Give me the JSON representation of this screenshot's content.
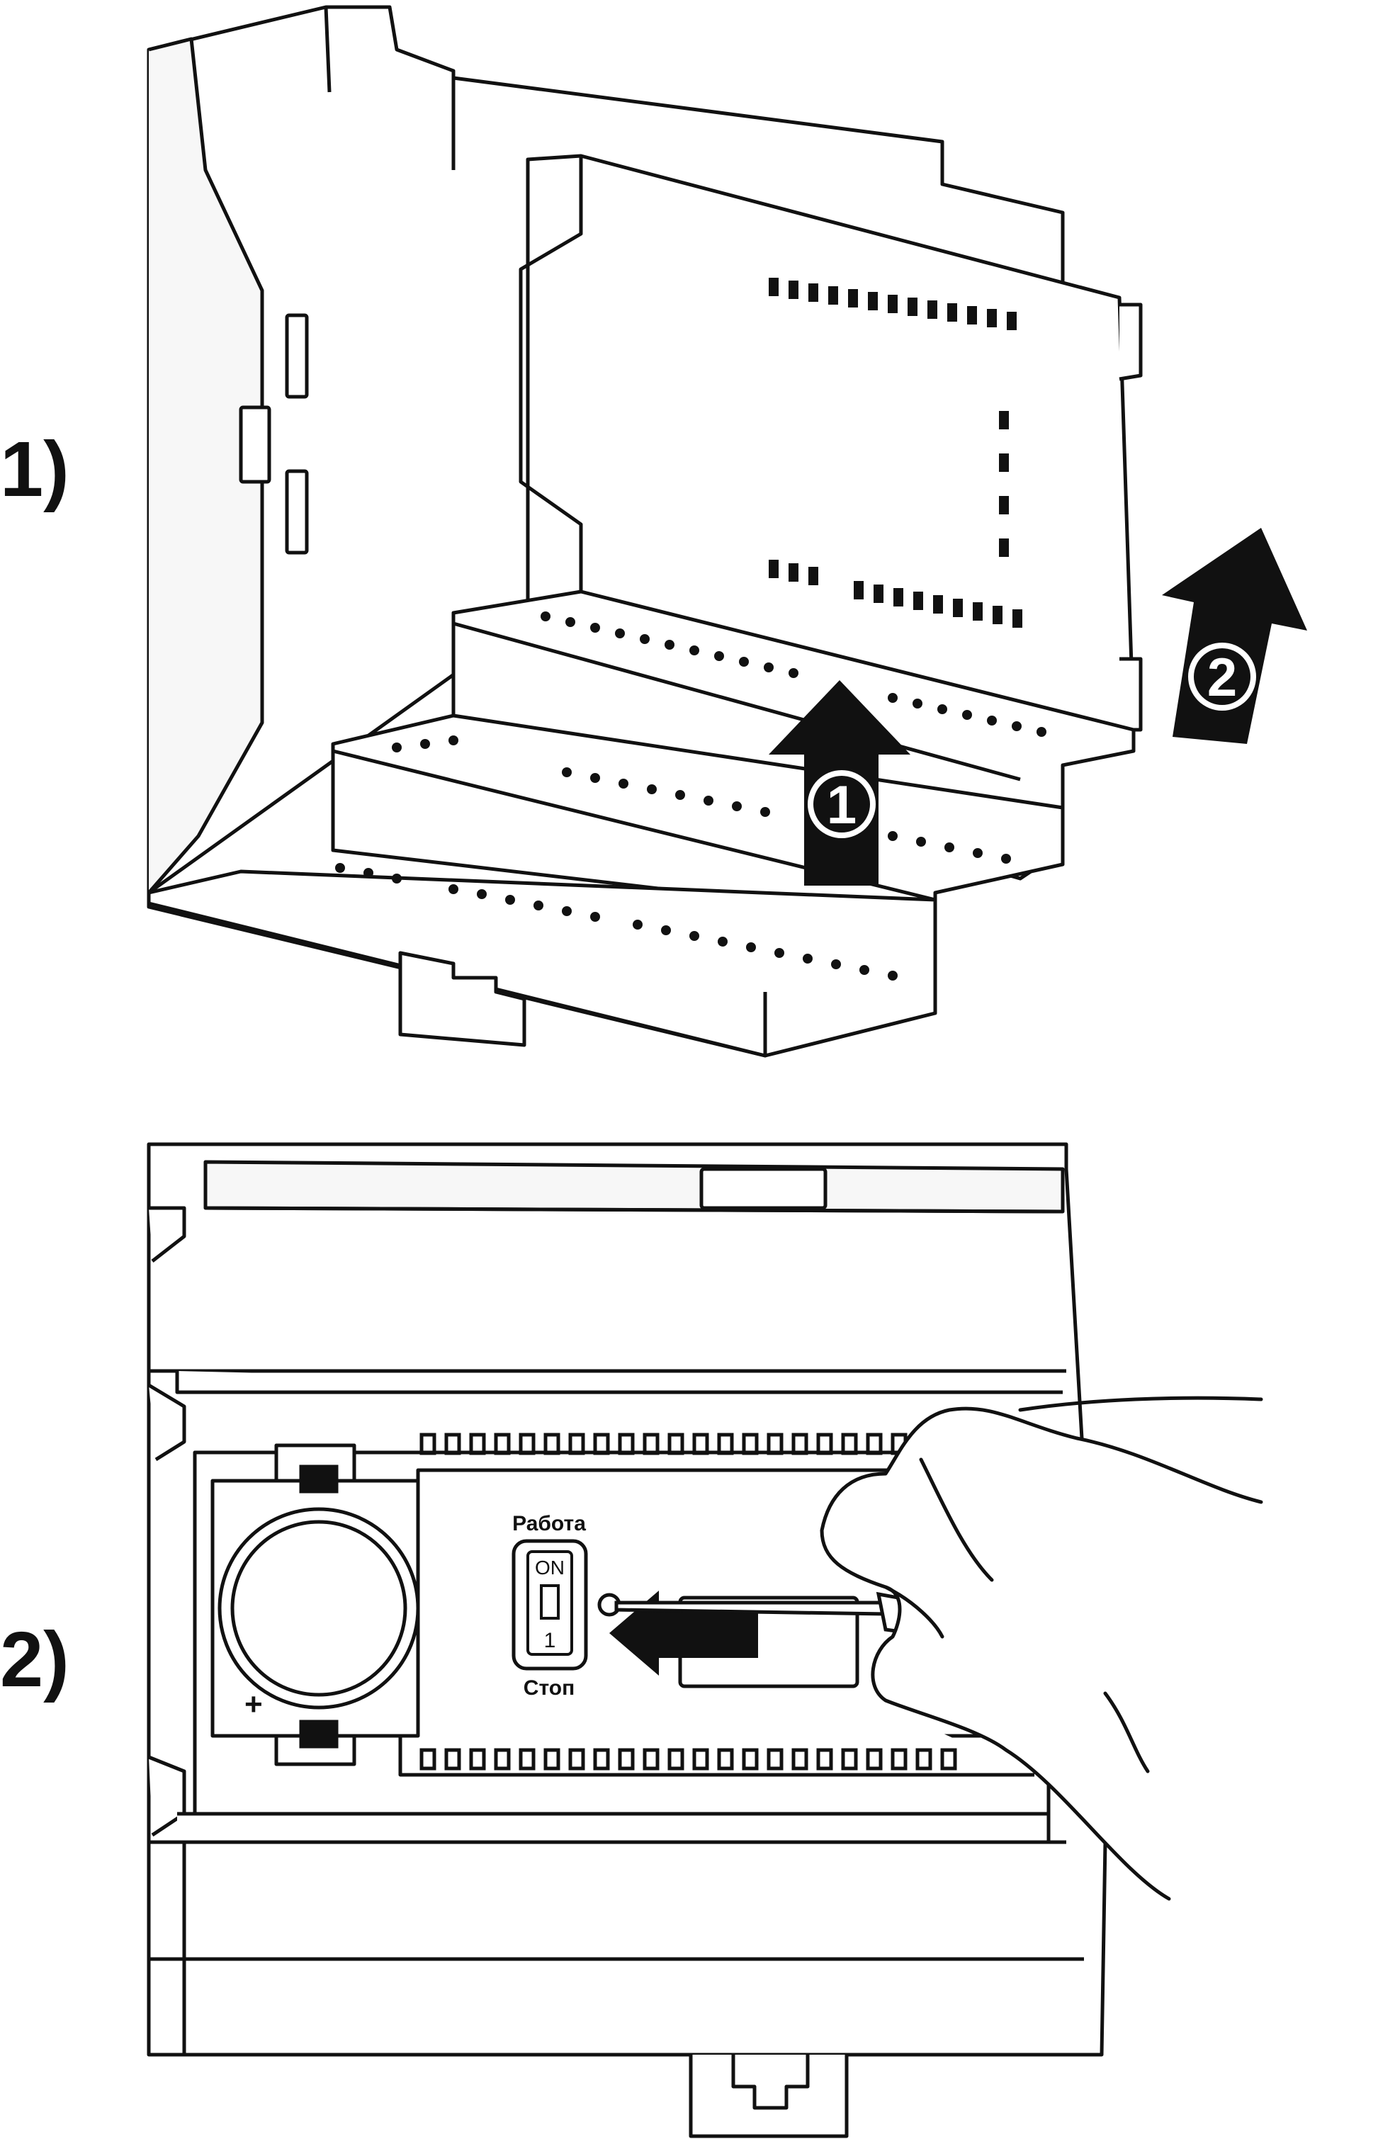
{
  "steps": [
    {
      "label": "1)",
      "markers": [
        "1",
        "2"
      ]
    },
    {
      "label": "2)"
    }
  ],
  "switch": {
    "top_label": "Работа",
    "bottom_label": "Стоп",
    "on_text": "ON",
    "position_text": "1"
  },
  "colors": {
    "line": "#111111",
    "background": "#ffffff",
    "fill": "#f4f4f4"
  }
}
